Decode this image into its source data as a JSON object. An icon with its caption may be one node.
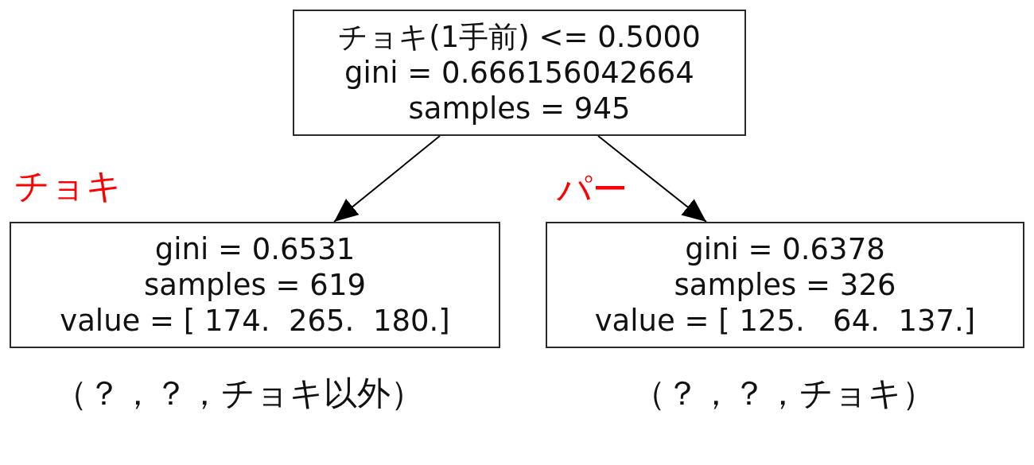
{
  "diagram": {
    "nodes": [
      {
        "text": [
          "チョキ(1手前) <= 0.5000",
          "gini = 0.666156042664",
          "samples = 945"
        ]
      },
      {
        "text": [
          "gini = 0.6531",
          "samples = 619",
          "value = [ 174.  265.  180.]"
        ],
        "beside": [
          "（？，？，チョキ以外）"
        ]
      },
      {
        "text": [
          "gini = 0.6378",
          "samples = 326",
          "value = [ 125.   64.  137.]"
        ],
        "beside": [
          "（？，？，チョキ）"
        ]
      }
    ],
    "edges": [
      {
        "from": 0,
        "to": 1,
        "arrow": "to"
      },
      {
        "from": 0,
        "to": 2,
        "arrow": "to"
      }
    ],
    "labels": [
      "チョキ",
      "パー"
    ]
  }
}
